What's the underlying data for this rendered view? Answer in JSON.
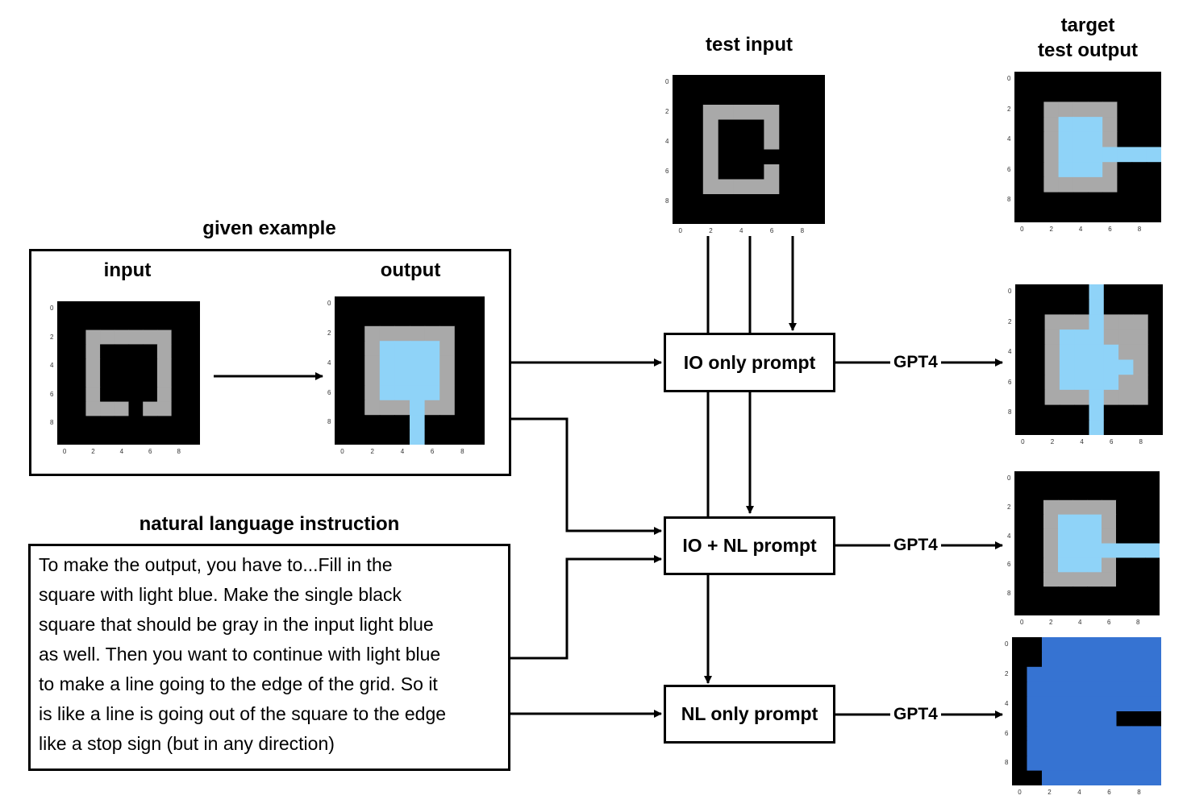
{
  "labels": {
    "test_input": "test input",
    "target_line1": "target",
    "target_line2": "test output",
    "given_example": "given example",
    "input": "input",
    "output": "output",
    "nl_instruction": "natural language instruction"
  },
  "nl_text_lines": [
    "To make the output, you have to...Fill in the",
    "square with light blue. Make the single black",
    "square that should be gray in the input light blue",
    "as well. Then you want to continue with light blue",
    "to make a line going to the edge of the grid. So it",
    "is like a line is going out of the square to the edge",
    "like a stop sign (but in any direction)"
  ],
  "prompts": {
    "io_only": "IO only prompt",
    "io_nl": "IO + NL prompt",
    "nl_only": "NL only prompt"
  },
  "model_label": "GPT4",
  "tick_labels": [
    "0",
    "2",
    "4",
    "6",
    "8"
  ],
  "palette": {
    "0": "#000000",
    "g": "#a9a9a9",
    "b": "#8fd3f8",
    "d": "#3673d2"
  },
  "grids": {
    "example_input": [
      "0000000000",
      "0000000000",
      "00gggggg00",
      "00g0000g00",
      "00g0000g00",
      "00g0000g00",
      "00g0000g00",
      "00ggg0gg00",
      "0000000000",
      "0000000000"
    ],
    "example_output": [
      "0000000000",
      "0000000000",
      "00gggggg00",
      "00gbbbbg00",
      "00gbbbbg00",
      "00gbbbbg00",
      "00gbbbbg00",
      "00gggbgg00",
      "00000b0000",
      "00000b0000"
    ],
    "test_input": [
      "0000000000",
      "0000000000",
      "00ggggg000",
      "00g000g000",
      "00g000g000",
      "00g0000000",
      "00g000g000",
      "00ggggg000",
      "0000000000",
      "0000000000"
    ],
    "target_output": [
      "0000000000",
      "0000000000",
      "00ggggg000",
      "00gbbbg000",
      "00gbbbg000",
      "00gbbbbbbb",
      "00gbbbg000",
      "00ggggg000",
      "0000000000",
      "0000000000"
    ],
    "io_only_result": [
      "00000b0000",
      "00000b0000",
      "00gggbggg0",
      "00gbbbggg0",
      "00gbbbbgg0",
      "00gbbbbbg0",
      "00gbbbbgg0",
      "00gggbggg0",
      "00000b0000",
      "00000b0000"
    ],
    "io_nl_result": [
      "0000000000",
      "0000000000",
      "00ggggg000",
      "00gbbbg000",
      "00gbbbg000",
      "00gbbbbbbb",
      "00gbbbg000",
      "00ggggg000",
      "0000000000",
      "0000000000"
    ],
    "nl_only_result": [
      "00dddddddd",
      "00dddddddd",
      "0ddddddddd",
      "0ddddddddd",
      "0ddddddddd",
      "0dddddd000",
      "0ddddddddd",
      "0ddddddddd",
      "0ddddddddd",
      "00dddddddd"
    ]
  }
}
